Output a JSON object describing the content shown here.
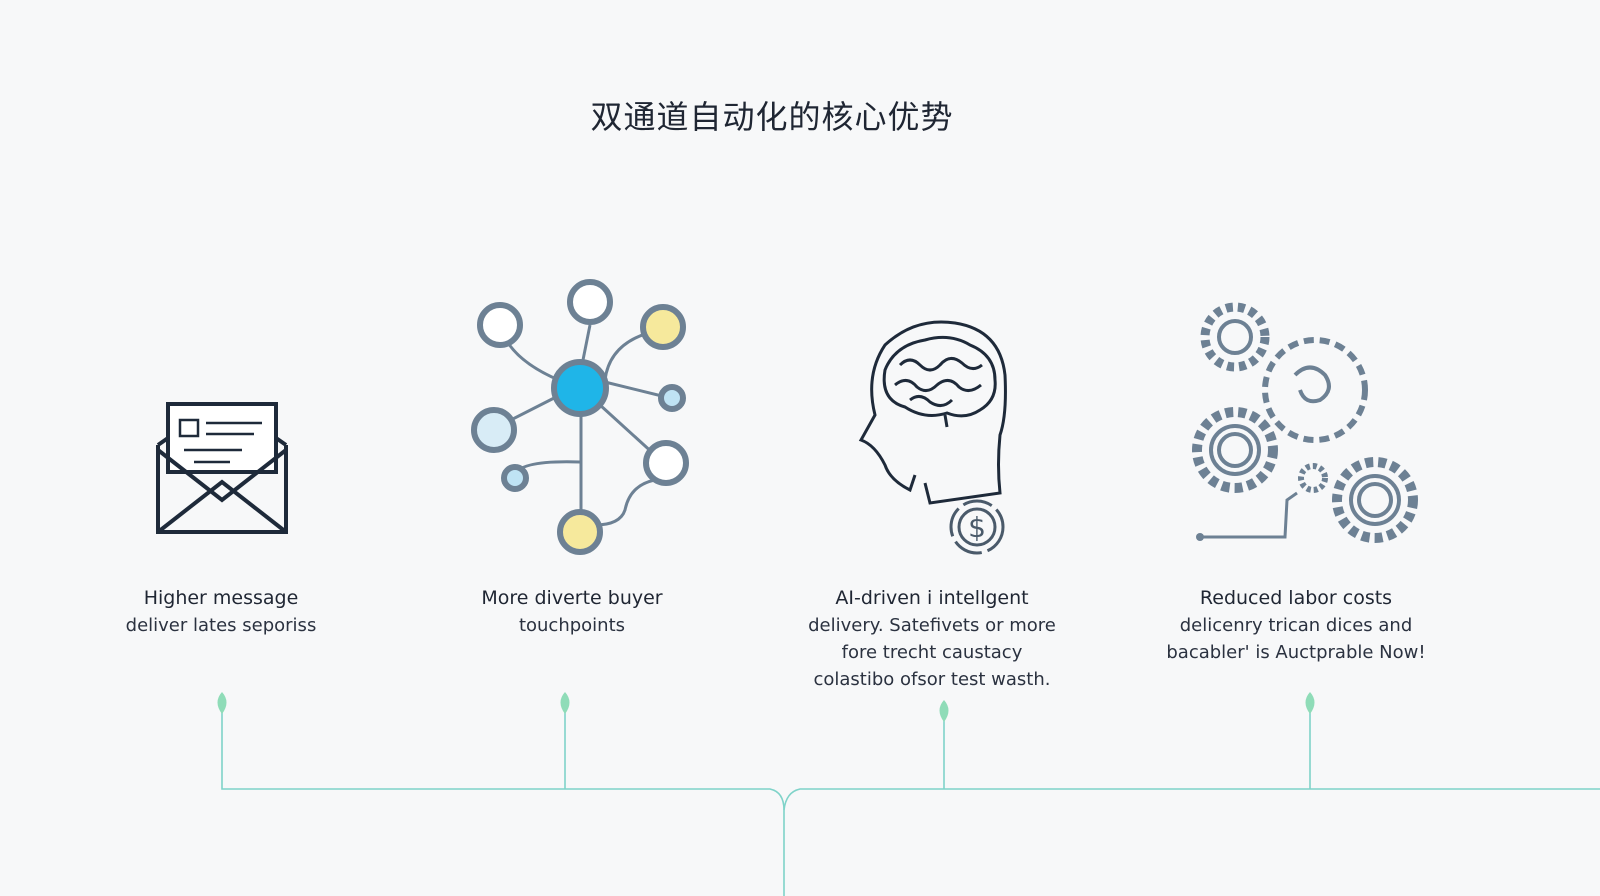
{
  "title": "双通道自动化的核心优势",
  "features": [
    {
      "icon": "envelope-icon",
      "heading": "Higher message",
      "lines": [
        "deliver lates seporiss"
      ]
    },
    {
      "icon": "network-icon",
      "heading": "More diverte buyer",
      "lines": [
        "touchpoints"
      ]
    },
    {
      "icon": "brain-dollar-icon",
      "heading": "AI-driven i intellgent",
      "lines": [
        "delivery. Satefivets or more",
        "fore trecht caustacy",
        "colastibo ofsor test wasth."
      ]
    },
    {
      "icon": "gears-icon",
      "heading": "Reduced labor costs",
      "lines": [
        "delicenry trican dices and",
        "bacabler' is Auctprable Now!"
      ]
    }
  ],
  "colors": {
    "timeline": "#7fd3c9",
    "leaf": "#8fdcb8",
    "accent": "#1fb5e8",
    "yellow": "#f6e99c",
    "slate": "#6d8194"
  }
}
